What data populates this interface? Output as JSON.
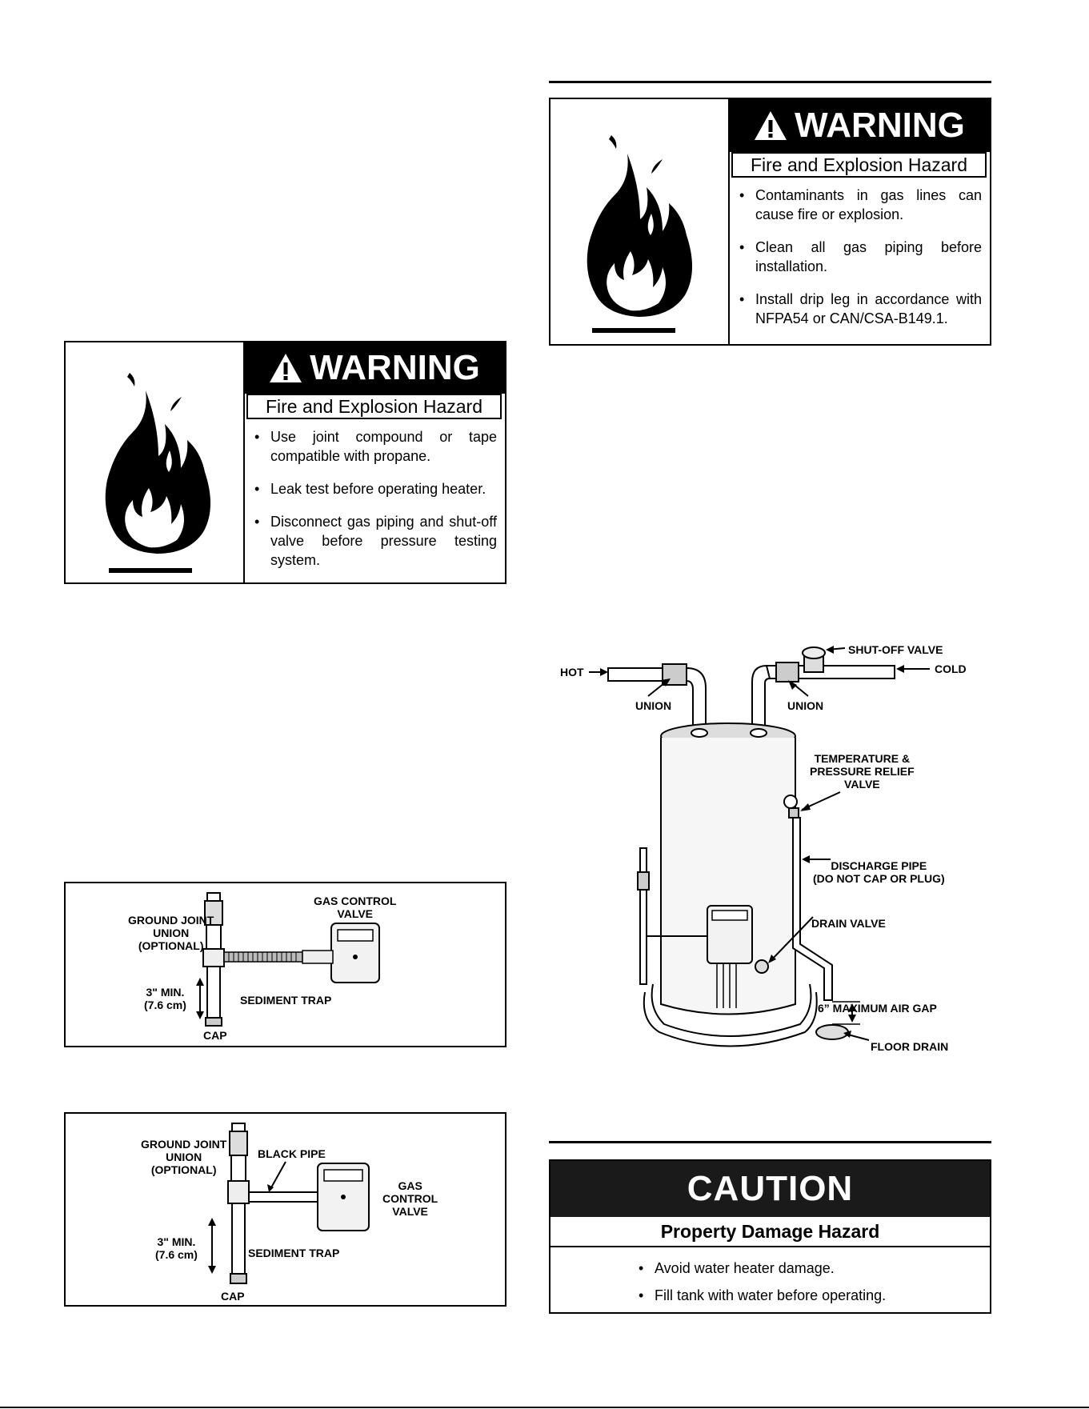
{
  "warning_top_right": {
    "header": "WARNING",
    "hazard": "Fire and Explosion Hazard",
    "bullets": [
      "Contaminants in gas lines can cause fire or explosion.",
      "Clean all gas piping before installation.",
      "Install drip leg in accordance with NFPA54 or CAN/CSA-B149.1."
    ]
  },
  "warning_left": {
    "header": "WARNING",
    "hazard": "Fire and Explosion Hazard",
    "bullets": [
      "Use joint compound or tape compatible with propane.",
      "Leak test before operating heater.",
      "Disconnect gas piping and shut-off valve before pressure testing system."
    ]
  },
  "figure_flex": {
    "ground_joint": "GROUND JOINT\nUNION\n(OPTIONAL)",
    "gas_control": "GAS CONTROL\nVALVE",
    "min": "3\" MIN.\n(7.6 cm)",
    "sediment": "SEDIMENT TRAP",
    "cap": "CAP"
  },
  "figure_black": {
    "ground_joint": "GROUND JOINT\nUNION\n(OPTIONAL)",
    "black_pipe": "BLACK PIPE",
    "gas_control": "GAS\nCONTROL\nVALVE",
    "min": "3\" MIN.\n(7.6 cm)",
    "sediment": "SEDIMENT TRAP",
    "cap": "CAP"
  },
  "heater_diagram": {
    "hot": "HOT",
    "union_left": "UNION",
    "union_right": "UNION",
    "shutoff": "SHUT-OFF VALVE",
    "cold": "COLD",
    "tp_valve": "TEMPERATURE &\nPRESSURE RELIEF\nVALVE",
    "discharge": "DISCHARGE PIPE\n(DO NOT CAP OR PLUG)",
    "drain_valve": "DRAIN VALVE",
    "air_gap": "6” MAXIMUM AIR GAP",
    "floor_drain": "FLOOR DRAIN"
  },
  "caution": {
    "header": "CAUTION",
    "hazard": "Property Damage Hazard",
    "bullets": [
      "Avoid water heater damage.",
      "Fill tank with water before operating."
    ]
  }
}
